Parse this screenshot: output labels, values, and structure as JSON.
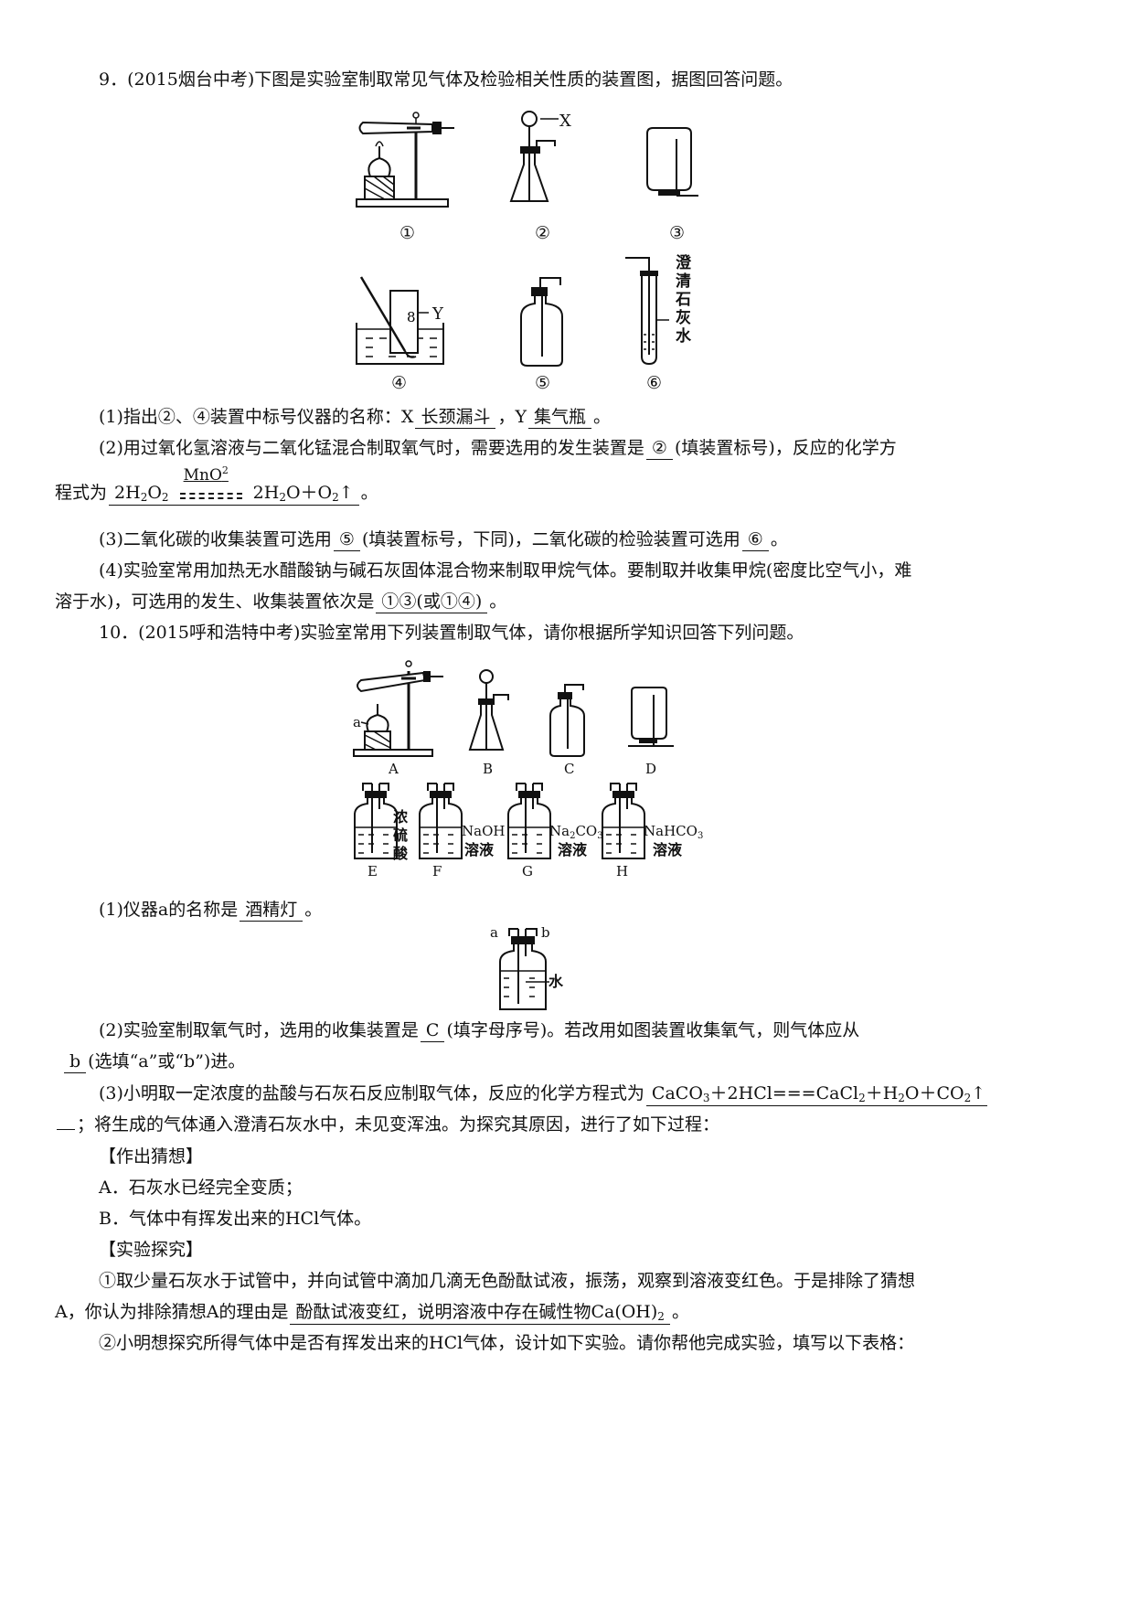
{
  "q9": {
    "header": "9．(2015烟台中考)下图是实验室制取常见气体及检验相关性质的装置图，据图回答问题。",
    "fig_labels": {
      "l1": "①",
      "l2": "②",
      "l3": "③",
      "l4": "④",
      "l5": "⑤",
      "l6": "⑥",
      "x": "X",
      "y": "Y",
      "lime1": "澄",
      "lime2": "清",
      "lime3": "石",
      "lime4": "灰",
      "lime5": "水"
    },
    "p1_pre": "(1)指出②、④装置中标号仪器的名称：X",
    "p1_a1": "长颈漏斗",
    "p1_mid": "，Y",
    "p1_a2": "集气瓶",
    "p1_end": "。",
    "p2_pre": "(2)用过氧化氢溶液与二氧化锰混合制取氧气时，需要选用的发生装置是",
    "p2_a": "②",
    "p2_end": "(填装置标号)，反应的化学方",
    "p2b_pre": "程式为",
    "eq_left": "2H",
    "eq_sub2": "2",
    "eq_o": "O",
    "eq_cat": "MnO",
    "eq_cat_sup": "2",
    "eq_right": "2H",
    "eq_right2": "O＋O",
    "eq_arrow": "↑",
    "p2b_end": "。",
    "p3_pre": "(3)二氧化碳的收集装置可选用",
    "p3_a1": "⑤",
    "p3_mid": "(填装置标号，下同)，二氧化碳的检验装置可选用",
    "p3_a2": "⑥",
    "p3_end": "。",
    "p4_line1": "(4)实验室常用加热无水醋酸钠与碱石灰固体混合物来制取甲烷气体。要制取并收集甲烷(密度比空气小，难",
    "p4_pre": "溶于水)，可选用的发生、收集装置依次是",
    "p4_a": "①③(或①④)",
    "p4_end": "。"
  },
  "q10": {
    "header": "10．(2015呼和浩特中考)实验室常用下列装置制取气体，请你根据所学知识回答下列问题。",
    "fig_labels": {
      "a": "a",
      "A": "A",
      "B": "B",
      "C": "C",
      "D": "D",
      "E": "E",
      "F": "F",
      "G": "G",
      "H": "H",
      "e1": "浓",
      "e2": "硫",
      "e3": "酸",
      "f1": "NaOH",
      "f2": "溶液",
      "g1": "Na",
      "g1s": "2",
      "g1b": "CO",
      "g1c": "3",
      "g2": "溶液",
      "h1": "NaHCO",
      "h1s": "3",
      "h2": "溶液",
      "wa": "a",
      "wb": "b",
      "water": "水"
    },
    "p1_pre": "(1)仪器a的名称是",
    "p1_a": "酒精灯",
    "p1_end": "。",
    "p2_pre": "(2)实验室制取氧气时，选用的收集装置是",
    "p2_a": "C",
    "p2_end": "(填字母序号)。若改用如图装置收集氧气，则气体应从",
    "p2b_a": "b",
    "p2b_end": "(选填“a”或“b”)进。",
    "p3_pre": "(3)小明取一定浓度的盐酸与石灰石反应制取气体，反应的化学方程式为",
    "p3_eq1": "CaCO",
    "p3_eq1s": "3",
    "p3_eq2": "＋2HCl===CaCl",
    "p3_eq2s": "2",
    "p3_eq3": "＋H",
    "p3_eq3s": "2",
    "p3_eq4": "O＋CO",
    "p3_eq4s": "2",
    "p3_eq5": "↑",
    "p3b": "；将生成的气体通入澄清石灰水中，未见变浑浊。为探究其原因，进行了如下过程：",
    "guess_h": "【作出猜想】",
    "guess_a": "A．石灰水已经完全变质；",
    "guess_b": "B．气体中有挥发出来的HCl气体。",
    "exp_h": "【实验探究】",
    "exp1": "①取少量石灰水于试管中，并向试管中滴加几滴无色酚酞试液，振荡，观察到溶液变红色。于是排除了猜想",
    "exp1b_pre": "A，你认为排除猜想A的理由是",
    "exp1b_a": "酚酞试液变红，说明溶液中存在碱性物Ca(OH)",
    "exp1b_as": "2",
    "exp1b_end": "。",
    "exp2": "②小明想探究所得气体中是否有挥发出来的HCl气体，设计如下实验。请你帮他完成实验，填写以下表格："
  }
}
